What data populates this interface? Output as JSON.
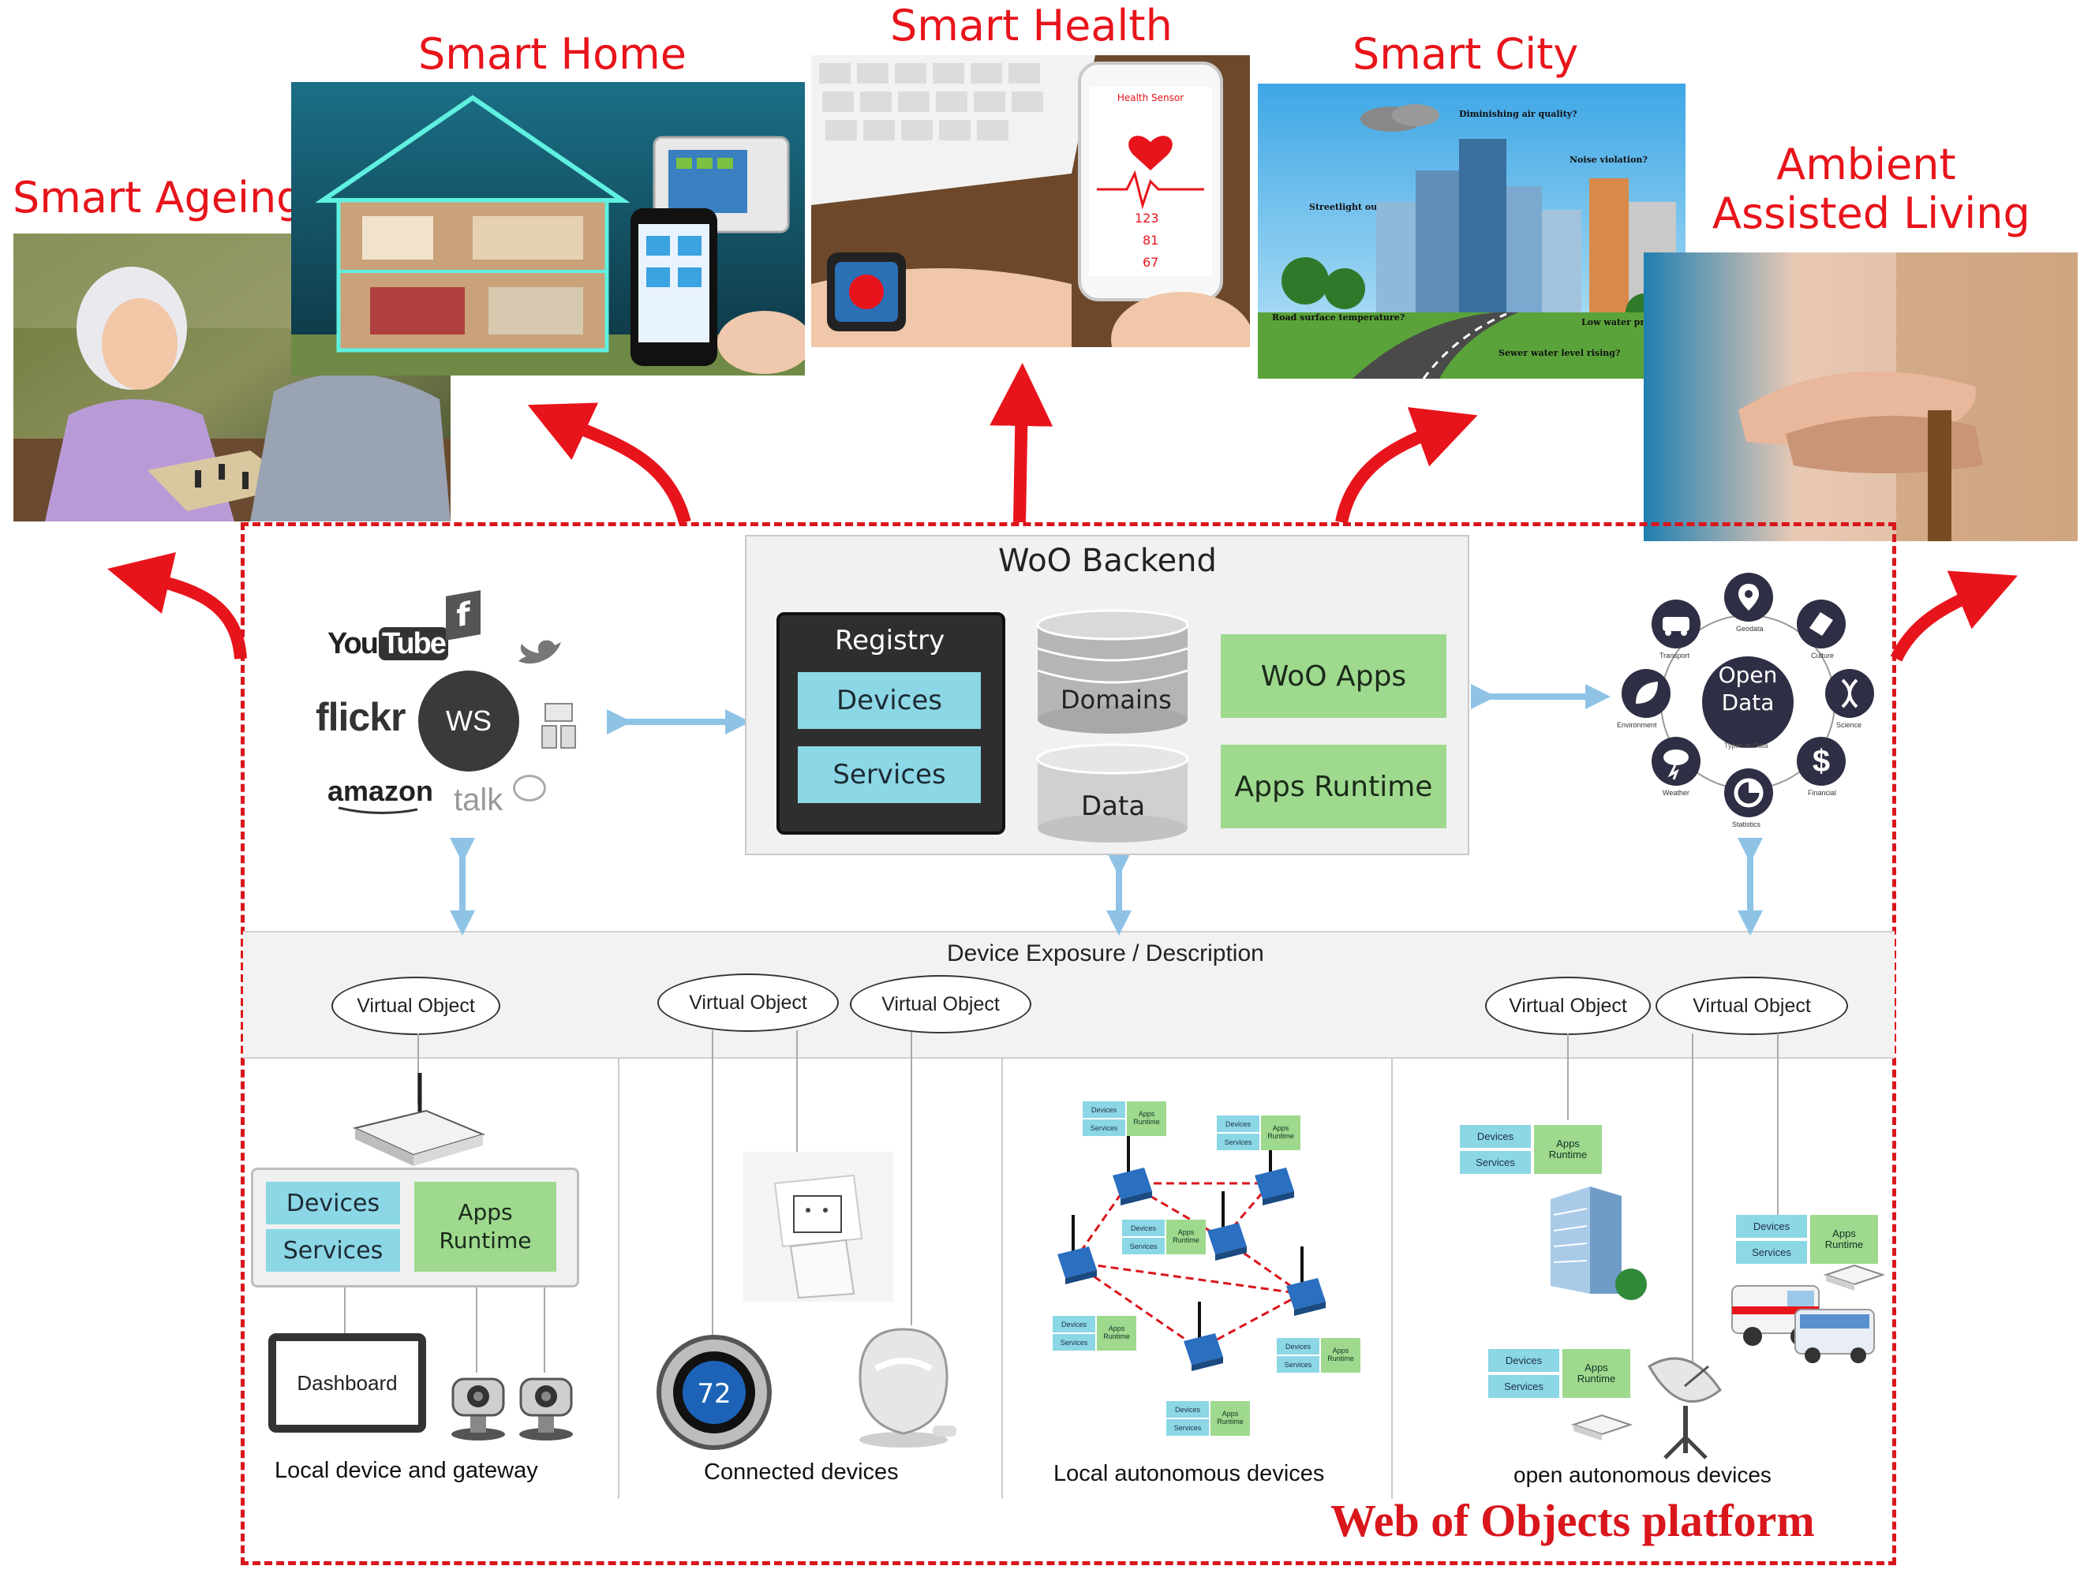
{
  "domains": {
    "smart_ageing": "Smart Ageing",
    "smart_home": "Smart Home",
    "smart_health": "Smart Health",
    "smart_city": "Smart City",
    "ambient_line1": "Ambient",
    "ambient_line2": "Assisted Living"
  },
  "city_photo": {
    "air": "Diminishing air quality?",
    "noise": "Noise violation?",
    "streetlight": "Streetlight out?",
    "road": "Road surface temperature?",
    "water": "Low water pr",
    "sewer": "Sewer water level rising?"
  },
  "health_photo": {
    "sensor": "Health Sensor",
    "v1": "123",
    "v2": "81",
    "v3": "67"
  },
  "web_services": {
    "center": "WS",
    "youtube_a": "You",
    "youtube_b": "Tube",
    "flickr": "flickr",
    "amazon": "amazon",
    "talk": "talk"
  },
  "backend": {
    "title": "WoO Backend",
    "registry": "Registry",
    "devices": "Devices",
    "services": "Services",
    "domains": "Domains",
    "data": "Data",
    "woo_apps": "WoO Apps",
    "apps_runtime": "Apps Runtime"
  },
  "open_data": {
    "center_line1": "Open",
    "center_line2": "Data",
    "subtitle": "Types of Data",
    "categories": [
      "Geodata",
      "Culture",
      "Science",
      "Financial",
      "Statistics",
      "Weather",
      "Environment",
      "Transport"
    ]
  },
  "exposure": {
    "label": "Device Exposure / Description",
    "virtual_object": "Virtual Object"
  },
  "gateway": {
    "devices": "Devices",
    "services": "Services",
    "apps": "Apps",
    "runtime": "Runtime",
    "dashboard": "Dashboard"
  },
  "mini_node": {
    "devices": "Devices",
    "services": "Services",
    "apps": "Apps",
    "runtime": "Runtime"
  },
  "thermostat": "72",
  "columns": {
    "local_gateway": "Local device and gateway",
    "connected": "Connected devices",
    "local_autonomous": "Local autonomous devices",
    "open_autonomous": "open autonomous devices"
  },
  "platform_title": "Web of Objects platform",
  "colors": {
    "accent_red": "#e8141b",
    "cyan": "#8bd7e6",
    "green": "#9ed98e",
    "arrow_blue": "#8ec3e6"
  }
}
